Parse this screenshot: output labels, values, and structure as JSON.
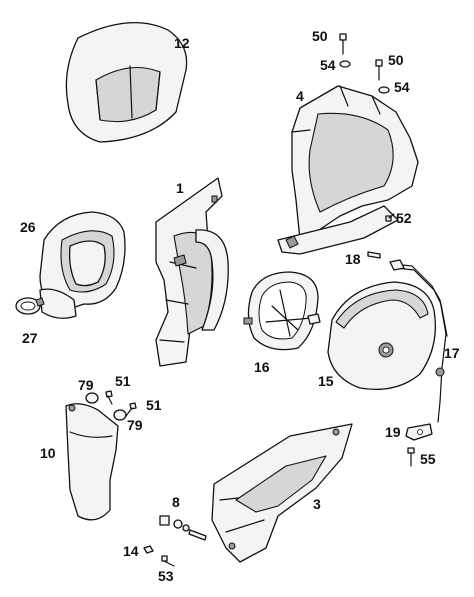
{
  "callouts": {
    "c1": "1",
    "c3": "3",
    "c4": "4",
    "c8": "8",
    "c10": "10",
    "c12": "12",
    "c14": "14",
    "c15": "15",
    "c16": "16",
    "c17": "17",
    "c18": "18",
    "c19": "19",
    "c26": "26",
    "c27": "27",
    "c50a": "50",
    "c50b": "50",
    "c51a": "51",
    "c51b": "51",
    "c52": "52",
    "c53": "53",
    "c54a": "54",
    "c54b": "54",
    "c55": "55",
    "c79a": "79",
    "c79b": "79"
  }
}
